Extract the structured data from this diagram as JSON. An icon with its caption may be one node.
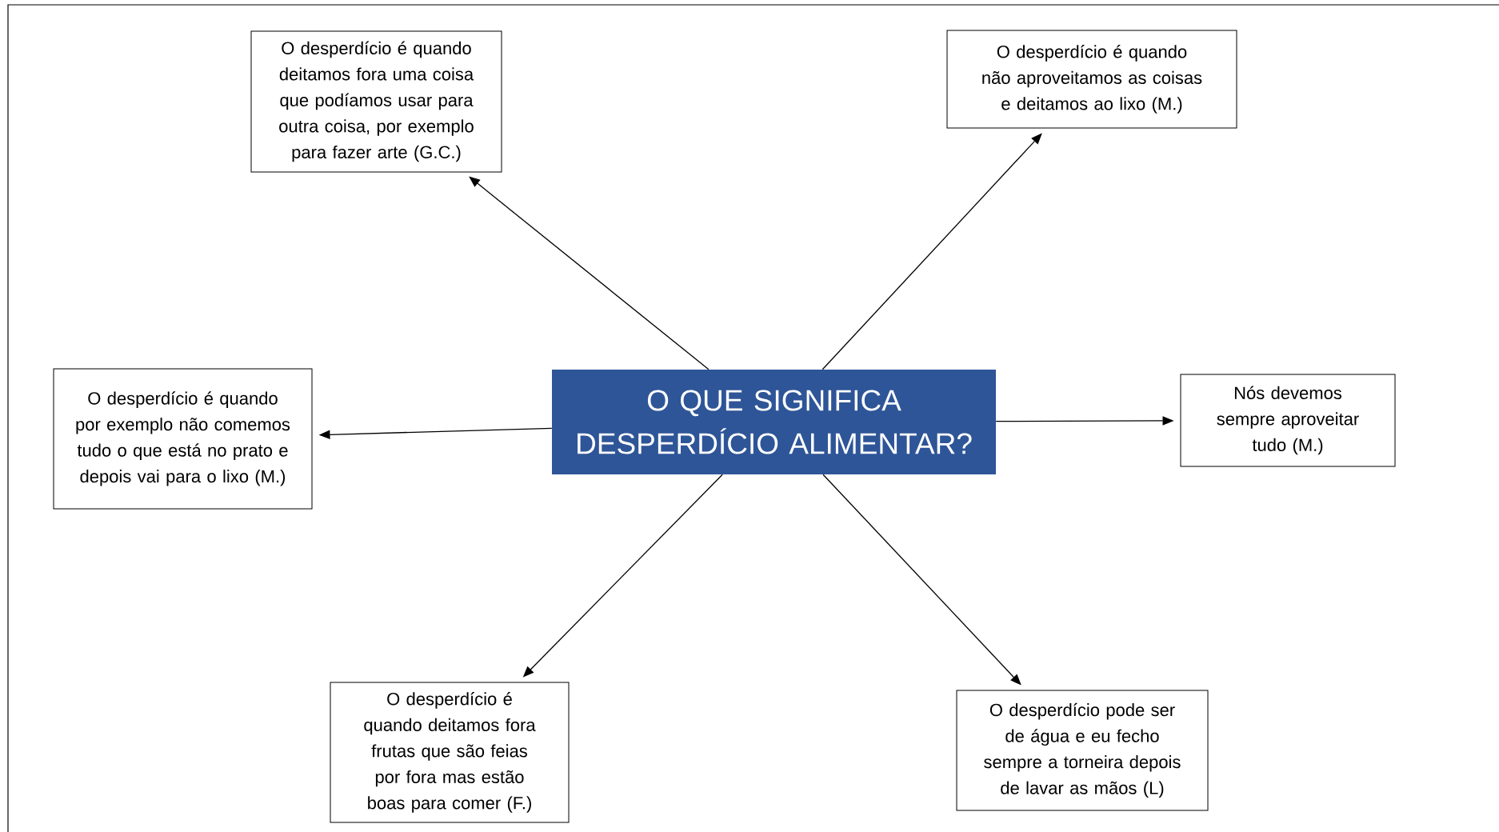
{
  "diagram": {
    "nodes": [
      {
        "text": [
          "O QUE SIGNIFICA DESPERDÍCIO ALIMENTAR?"
        ]
      },
      {
        "text": [
          "O desperdício é quando deitamos fora uma coisa que podíamos usar para outra coisa, por exemplo para fazer arte (G.C.)"
        ]
      },
      {
        "text": [
          "O desperdício é quando não aproveitamos as coisas e deitamos ao lixo (M.)"
        ]
      },
      {
        "text": [
          "O desperdício é quando por exemplo não comemos tudo o que está no prato e depois vai para o lixo (M.)"
        ]
      },
      {
        "text": [
          "Nós devemos sempre aproveitar tudo (M.)"
        ]
      },
      {
        "text": [
          "O desperdício é quando deitamos fora frutas que são feias por fora mas estão boas para comer (F.)"
        ]
      },
      {
        "text": [
          "O desperdício pode ser de água e eu fecho sempre a torneira depois de lavar as mãos (L)"
        ]
      }
    ],
    "edges": [
      {
        "from": 0,
        "to": 1,
        "arrow": "to"
      },
      {
        "from": 0,
        "to": 2,
        "arrow": "to"
      },
      {
        "from": 0,
        "to": 3,
        "arrow": "to"
      },
      {
        "from": 0,
        "to": 4,
        "arrow": "to"
      },
      {
        "from": 0,
        "to": 5,
        "arrow": "to"
      },
      {
        "from": 0,
        "to": 6,
        "arrow": "to"
      }
    ]
  }
}
